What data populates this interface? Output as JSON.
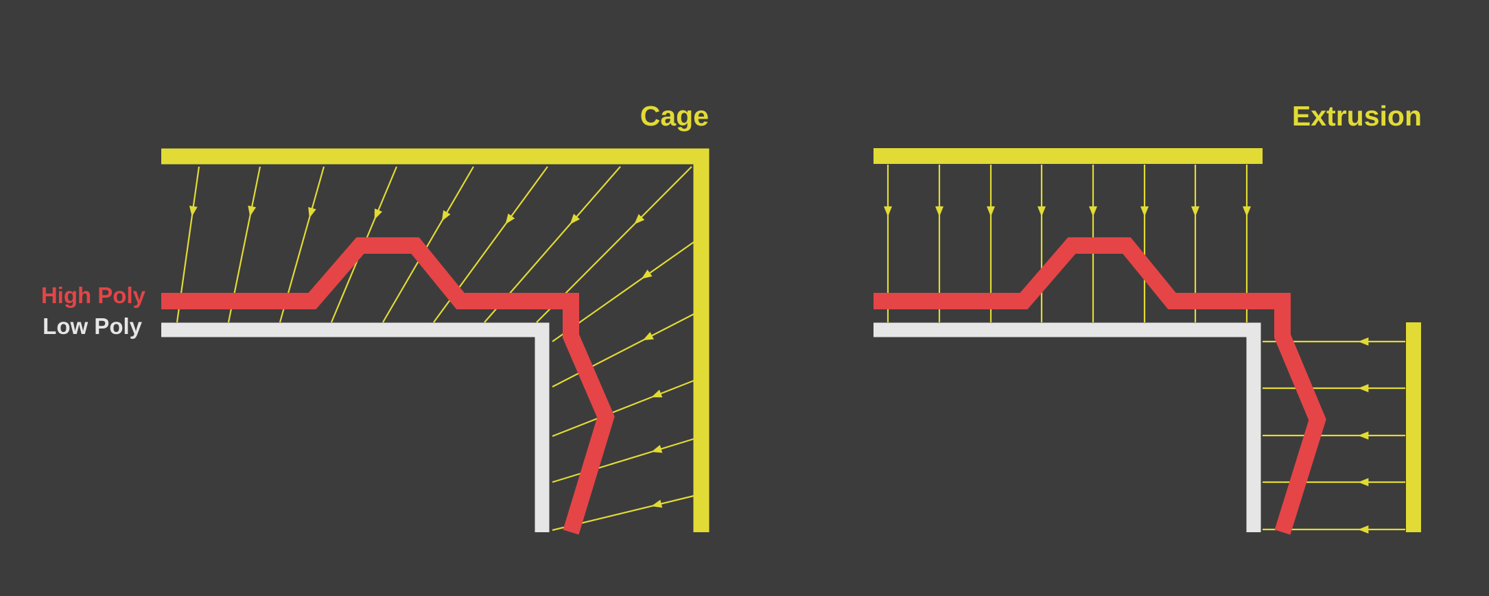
{
  "colors": {
    "background": "#3c3c3c",
    "cage": "#e2db35",
    "high_poly": "#e54547",
    "low_poly": "#e6e6e6"
  },
  "labels": {
    "high_poly": "High Poly",
    "low_poly": "Low Poly"
  },
  "panels": {
    "cage": {
      "title": "Cage"
    },
    "extrusion": {
      "title": "Extrusion"
    }
  },
  "icons": [
    "ray-arrow-icon"
  ]
}
